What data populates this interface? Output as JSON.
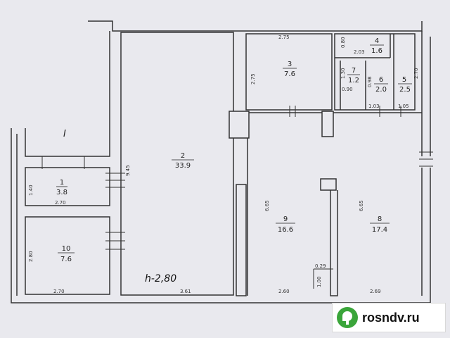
{
  "plan": {
    "height_label": "h-2,80",
    "section_mark": "I",
    "rooms": [
      {
        "id": "1",
        "num": "1",
        "area": "3.8"
      },
      {
        "id": "2",
        "num": "2",
        "area": "33.9"
      },
      {
        "id": "3",
        "num": "3",
        "area": "7.6"
      },
      {
        "id": "4",
        "num": "4",
        "area": "1.6"
      },
      {
        "id": "5",
        "num": "5",
        "area": "2.5"
      },
      {
        "id": "6",
        "num": "6",
        "area": "2.0"
      },
      {
        "id": "7",
        "num": "7",
        "area": "1.2"
      },
      {
        "id": "8",
        "num": "8",
        "area": "17.4"
      },
      {
        "id": "9",
        "num": "9",
        "area": "16.6"
      },
      {
        "id": "10",
        "num": "10",
        "area": "7.6"
      }
    ],
    "dims": {
      "top_275": "2.75",
      "left_275": "2.75",
      "top_203": "2.03",
      "top_080": "0.80",
      "v_130": "1.30",
      "v_098": "0.98",
      "h_090": "0.90",
      "v_270": "2.70",
      "h_103": "1.03",
      "h_105": "1.05",
      "v_945": "9.45",
      "v_140": "1.40",
      "h_270a": "2.70",
      "v_280": "2.80",
      "h_270b": "2.70",
      "h_361": "3.61",
      "v_665": "6.65",
      "v_665b": "6.65",
      "h_029": "0.29",
      "v_100": "1.00",
      "h_260": "2.60",
      "h_269": "2.69"
    }
  },
  "brand": {
    "name": "rosndv.ru",
    "logo_icon": "house-pin-icon",
    "logo_color": "#3aa53a"
  }
}
